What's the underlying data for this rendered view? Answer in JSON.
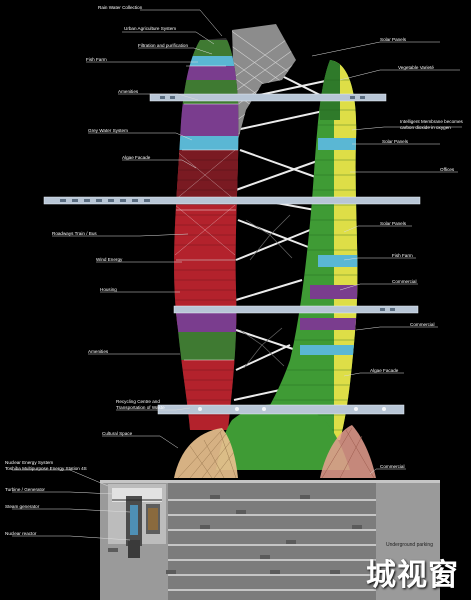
{
  "labels_left": [
    {
      "key": "rain",
      "text": "Rain Water Collection"
    },
    {
      "key": "urban",
      "text": "Urban Agriculture System"
    },
    {
      "key": "filtration",
      "text": "Filtration and purification"
    },
    {
      "key": "fish_left",
      "text": "Fish Farm"
    },
    {
      "key": "amenities_top",
      "text": "Amenities"
    },
    {
      "key": "grey",
      "text": "Grey Water System"
    },
    {
      "key": "algae_left",
      "text": "Algae Facade"
    },
    {
      "key": "roadways",
      "text": "Roadways Train / Bus"
    },
    {
      "key": "wind",
      "text": "Wind Energy"
    },
    {
      "key": "housing",
      "text": "Housing"
    },
    {
      "key": "amenities_low",
      "text": "Amenities"
    },
    {
      "key": "recycling_1",
      "text": "Recycling Centre and"
    },
    {
      "key": "recycling_2",
      "text": "Transportation of Waste"
    },
    {
      "key": "cultural",
      "text": "Cultural Space"
    },
    {
      "key": "nuclear_1",
      "text": "Nuclear Energy System"
    },
    {
      "key": "nuclear_2",
      "text": "Toshiba Multipurpose Energy Station 4S"
    },
    {
      "key": "turbine",
      "text": "Turbine / Generator"
    },
    {
      "key": "steam",
      "text": "Steam generator"
    },
    {
      "key": "reactor",
      "text": "Nuclear reactor"
    }
  ],
  "labels_right": [
    {
      "key": "solar_top",
      "text": "Solar Panels"
    },
    {
      "key": "veg",
      "text": "Vegetable Varieté"
    },
    {
      "key": "membrane_1",
      "text": "Intelligent Membrane becomes"
    },
    {
      "key": "membrane_2",
      "text": "carbon dioxide in oxygen"
    },
    {
      "key": "solar_mid",
      "text": "Solar Panels"
    },
    {
      "key": "offices",
      "text": "Offices"
    },
    {
      "key": "solar_low",
      "text": "Solar Panels"
    },
    {
      "key": "fish_right",
      "text": "Fish Farm"
    },
    {
      "key": "commercial_1",
      "text": "Commercial"
    },
    {
      "key": "commercial_2",
      "text": "Commercial"
    },
    {
      "key": "algae_right",
      "text": "Algae Facade"
    },
    {
      "key": "commercial_3",
      "text": "Commercial"
    }
  ],
  "parking_label": "Underground parking",
  "watermark": "城视窗",
  "colors": {
    "background": "#000000",
    "housing": "#b3222c",
    "office_green": "#3f9b35",
    "algae_yellow": "#dede47",
    "fish_cyan": "#5ab7d4",
    "amenities_purple": "#7a3d8e",
    "structure_gray": "#c8c8c8",
    "parking_gray": "#8a8a8a"
  }
}
